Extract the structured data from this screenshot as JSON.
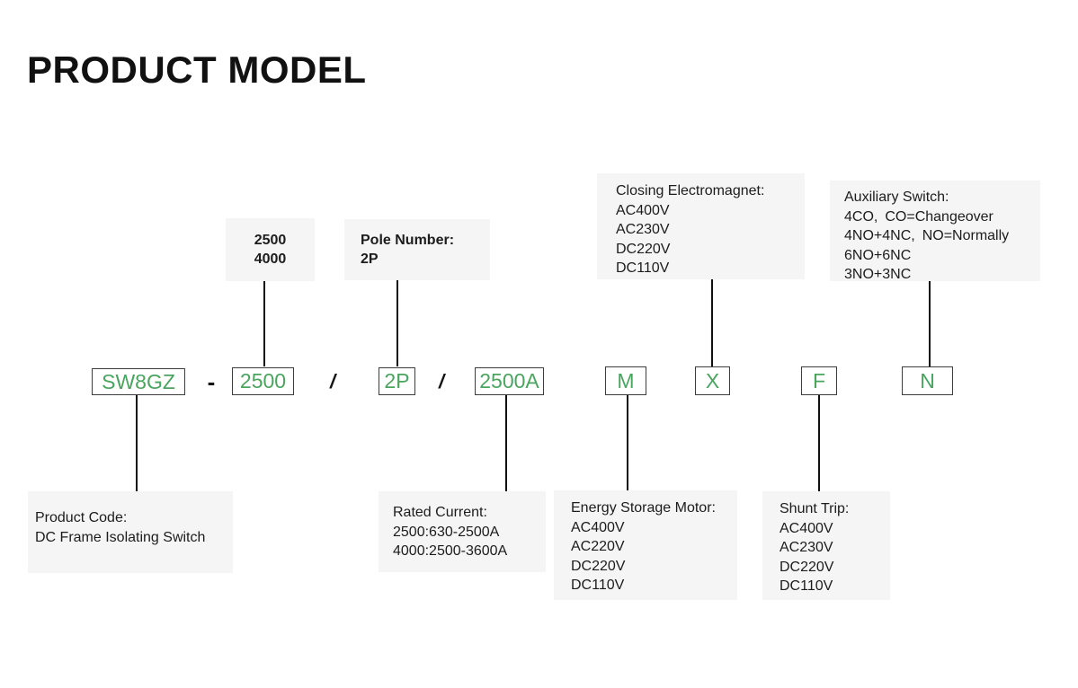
{
  "page": {
    "title": "PRODUCT MODEL"
  },
  "colors": {
    "code_text_green": "#4aa55e",
    "code_box_border": "#3c3c3c",
    "callout_background": "#f5f5f5",
    "connector_line": "#101010",
    "body_text": "#1c1c1c",
    "title_text": "#111111"
  },
  "model_code": {
    "separators": {
      "dash": "-",
      "slash1": "/",
      "slash2": "/"
    },
    "segments": [
      {
        "id": "series",
        "label": "SW8GZ"
      },
      {
        "id": "frame-size",
        "label": "2500"
      },
      {
        "id": "pole-number",
        "label": "2P"
      },
      {
        "id": "rated-current",
        "label": "2500A"
      },
      {
        "id": "energy-storage-motor",
        "label": "M"
      },
      {
        "id": "closing-electromagnet",
        "label": "X"
      },
      {
        "id": "shunt-trip",
        "label": "F"
      },
      {
        "id": "auxiliary-switch",
        "label": "N"
      }
    ]
  },
  "callouts": {
    "frame_size": {
      "lines": [
        "2500",
        "4000"
      ]
    },
    "pole_number": {
      "lines": [
        "Pole Number:",
        "2P"
      ]
    },
    "closing_electromagnet": {
      "lines": [
        "Closing Electromagnet:",
        "AC400V",
        "AC230V",
        "DC220V",
        "DC110V"
      ]
    },
    "auxiliary_switch": {
      "lines": [
        "Auxiliary Switch:",
        "4CO, CO=Changeover",
        "4NO+4NC, NO=Normally",
        "6NO+6NC",
        "3NO+3NC"
      ]
    },
    "product_code": {
      "lines": [
        "Product Code:",
        "DC Frame Isolating Switch"
      ]
    },
    "rated_current": {
      "lines": [
        "Rated Current:",
        "2500:630-2500A",
        "4000:2500-3600A"
      ]
    },
    "energy_storage_motor": {
      "lines": [
        "Energy Storage Motor:",
        "AC400V",
        "AC220V",
        "DC220V",
        "DC110V"
      ]
    },
    "shunt_trip": {
      "lines": [
        "Shunt Trip:",
        "AC400V",
        "AC230V",
        "DC220V",
        "DC110V"
      ]
    }
  }
}
